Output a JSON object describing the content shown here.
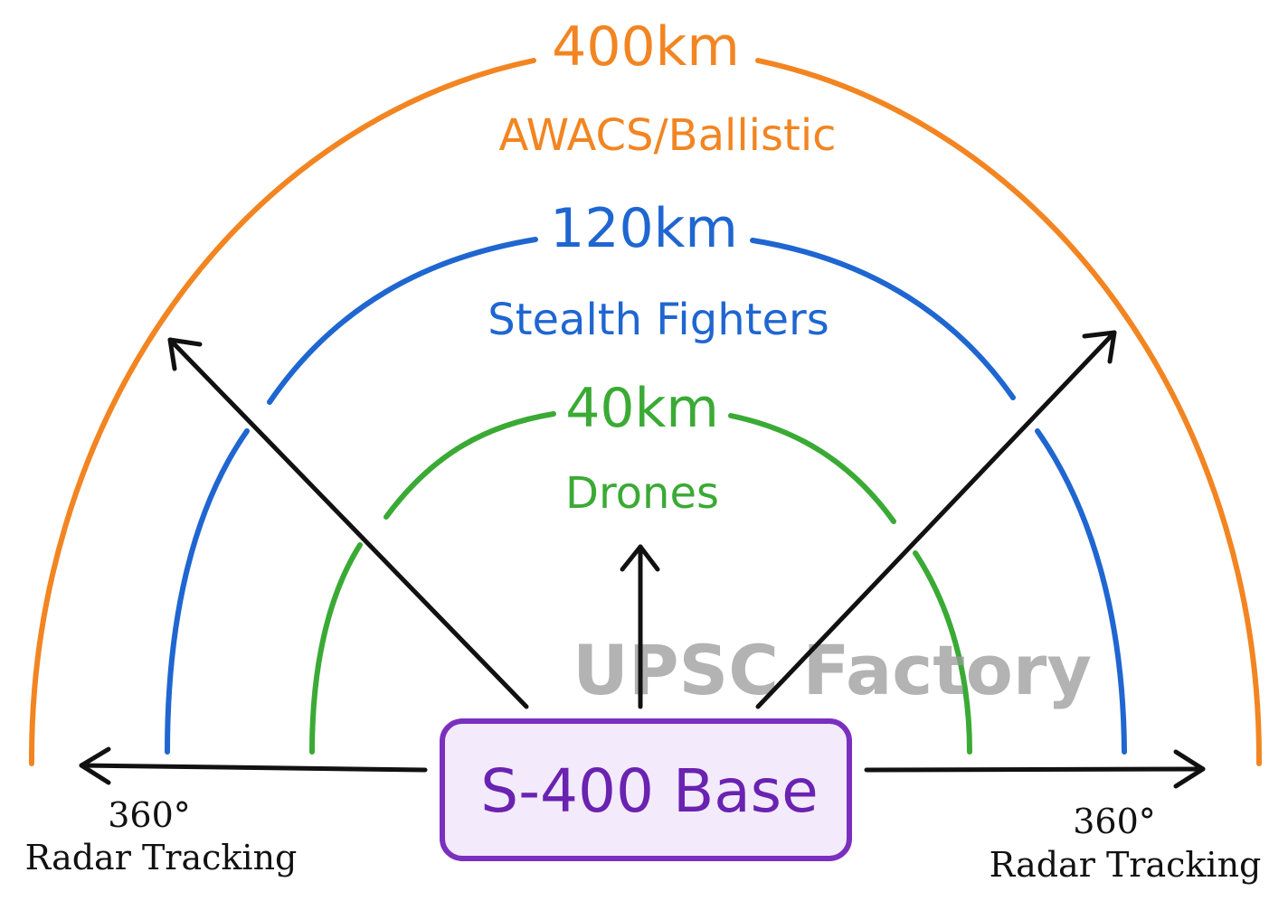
{
  "rings": {
    "outer": {
      "range": "400km",
      "target": "AWACS/Ballistic",
      "color": "#f28522"
    },
    "middle": {
      "range": "120km",
      "target": "Stealth Fighters",
      "color": "#1f66d1"
    },
    "inner": {
      "range": "40km",
      "target": "Drones",
      "color": "#3aaa35"
    }
  },
  "base": {
    "label": "S-400 Base",
    "color": "#7b2fbe"
  },
  "left_caption": {
    "line1": "360°",
    "line2": "Radar Tracking"
  },
  "right_caption": {
    "line1": "360°",
    "line2": "Radar Tracking"
  },
  "watermark": "UPSC Factory"
}
